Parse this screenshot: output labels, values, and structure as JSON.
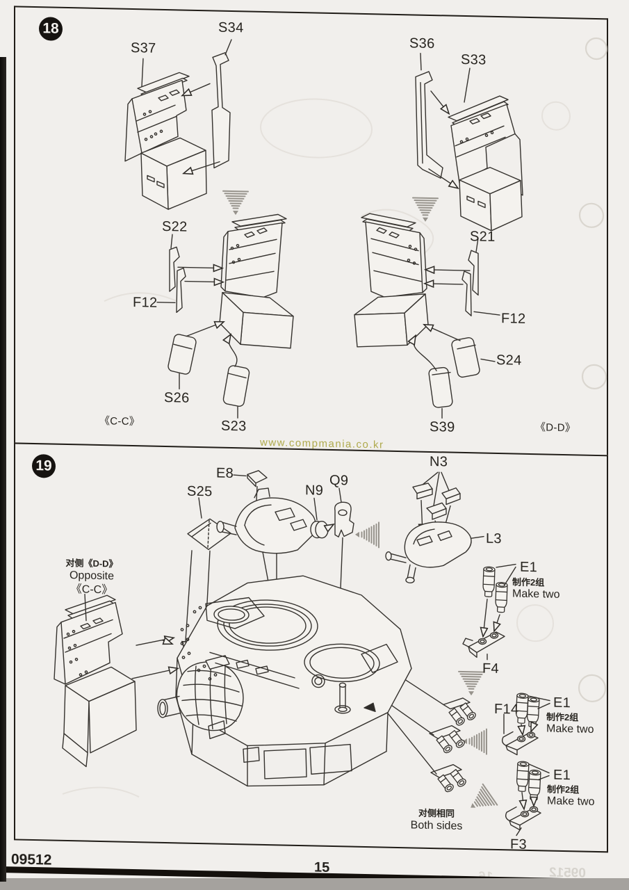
{
  "page": {
    "kit_number": "09512",
    "page_number": "15",
    "watermark": "www.compmania.co.kr",
    "ghost_kit_number": "09512",
    "ghost_page_number": "16"
  },
  "step18": {
    "number": "18",
    "parts": {
      "s37": "S37",
      "s34": "S34",
      "s36": "S36",
      "s33": "S33",
      "s22": "S22",
      "f12": "F12",
      "s21": "S21",
      "s26": "S26",
      "s23": "S23",
      "s24": "S24",
      "s39": "S39"
    },
    "sections": {
      "cc": "《C-C》",
      "dd": "《D-D》"
    }
  },
  "step19": {
    "number": "19",
    "parts": {
      "s25": "S25",
      "e8": "E8",
      "n9": "N9",
      "q9": "Q9",
      "n3": "N3",
      "l3": "L3",
      "e1": "E1",
      "f4": "F4",
      "f14": "F14",
      "f3": "F3"
    },
    "notes": {
      "opposite_line1": "对侧《D-D》",
      "opposite_line2": "Opposite",
      "opposite_line3": "《C-C》",
      "make_two_zh": "制作2组",
      "make_two_en": "Make two",
      "both_sides_zh": "对侧相同",
      "both_sides_en": "Both sides"
    }
  }
}
